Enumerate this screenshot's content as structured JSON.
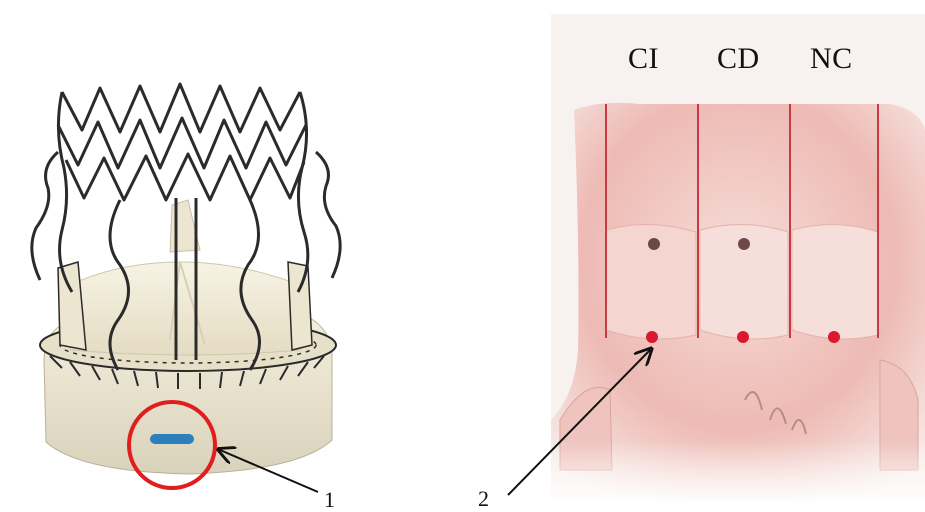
{
  "panel_right": {
    "cusp_labels": [
      "CI",
      "CD",
      "NC"
    ]
  },
  "callouts": {
    "label_1": "1",
    "label_2": "2"
  },
  "colors": {
    "highlight_circle": "#e11d1d",
    "marker_dot": "#d9192e",
    "cusp_line": "#c93a45",
    "tissue": "#e9a9a6",
    "frame_wire": "#2b2b2b",
    "skirt": "#efe9d6",
    "marker_blue": "#2c7fb8"
  }
}
